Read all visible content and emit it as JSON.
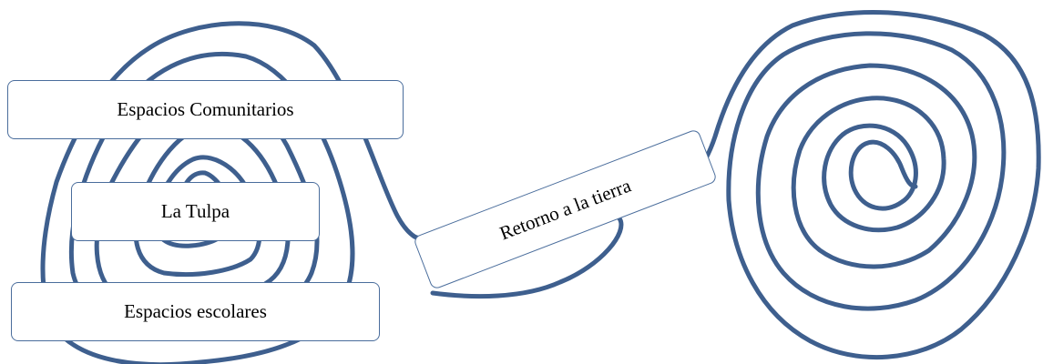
{
  "diagram": {
    "stroke_color": "#3e5f8e",
    "box_border_color": "#4a6d9c",
    "labels": {
      "comunitarios": "Espacios Comunitarios",
      "tulpa": "La Tulpa",
      "escolares": "Espacios escolares",
      "retorno": "Retorno a la tierra"
    }
  }
}
